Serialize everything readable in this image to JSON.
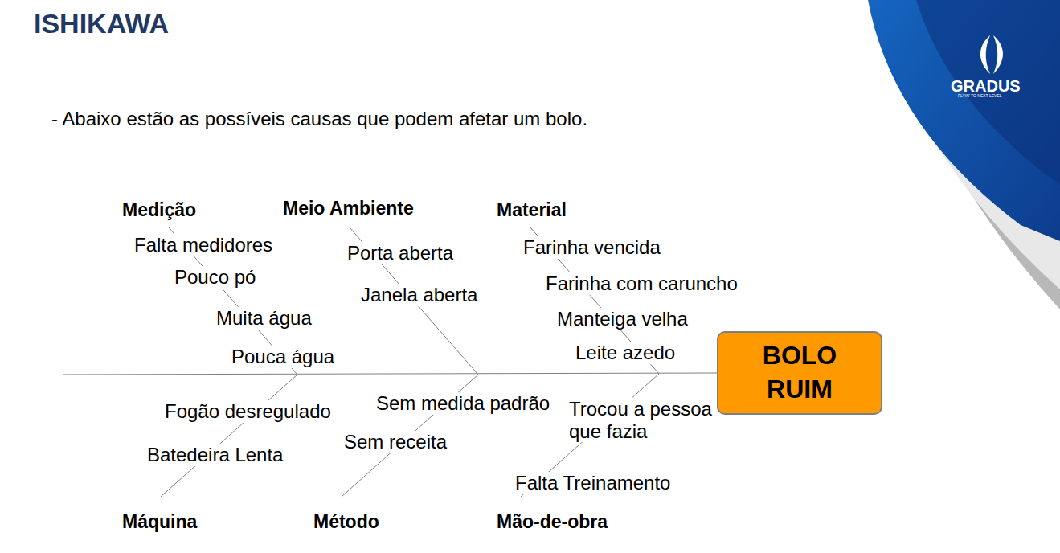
{
  "diagram": {
    "title": "ISHIKAWA",
    "nodes": [
      {
        "text": [
          "BOLO RUIM"
        ]
      }
    ],
    "labels": [
      "- Abaixo estão as possíveis causas que podem afetar um bolo.",
      "GRADUS",
      "FLYIN' TO NEXT LEVEL",
      "Medição",
      "Meio Ambiente",
      "Material",
      "Falta medidores",
      "Pouco pó",
      "Muita água",
      "Pouca água",
      "Porta aberta",
      "Janela aberta",
      "Farinha vencida",
      "Farinha com caruncho",
      "Manteiga velha",
      "Leite azedo",
      "Fogão desregulado",
      "Batedeira Lenta",
      "Sem medida padrão",
      "Sem receita",
      "Trocou a pessoa que fazia",
      "Falta Treinamento",
      "Máquina",
      "Método",
      "Mão-de-obra"
    ]
  }
}
